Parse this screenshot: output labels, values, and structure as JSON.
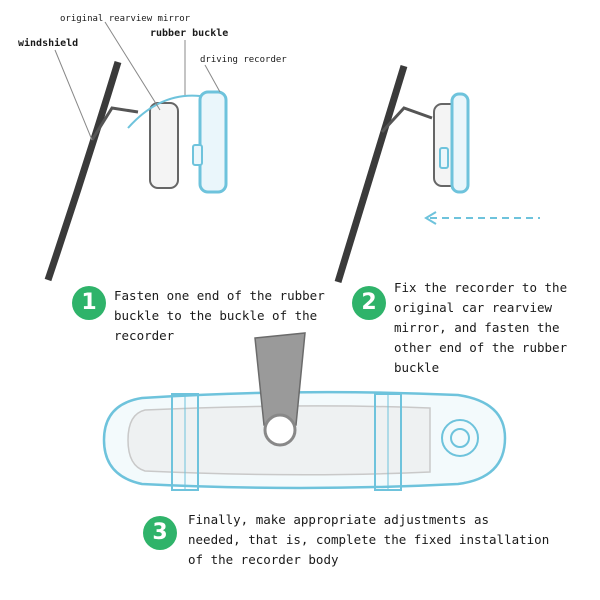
{
  "labels": {
    "original_mirror": "original rearview mirror",
    "windshield": "windshield",
    "rubber_buckle": "rubber buckle",
    "driving_recorder": "driving recorder"
  },
  "steps": [
    {
      "number": "1",
      "text": "Fasten one end of the rubber\nbuckle to the buckle of the\nrecorder"
    },
    {
      "number": "2",
      "text": "Fix the recorder to the\noriginal car rearview\nmirror, and fasten the\nother end of the rubber\nbuckle"
    },
    {
      "number": "3",
      "text": "Finally, make appropriate adjustments as\nneeded, that is, complete the fixed installation\nof the recorder body"
    }
  ],
  "colors": {
    "accent_blue": "#6ec3dc",
    "step_green": "#2fb36a",
    "windshield": "#3a3a3a",
    "mirror_gray": "#9a9a9a"
  }
}
